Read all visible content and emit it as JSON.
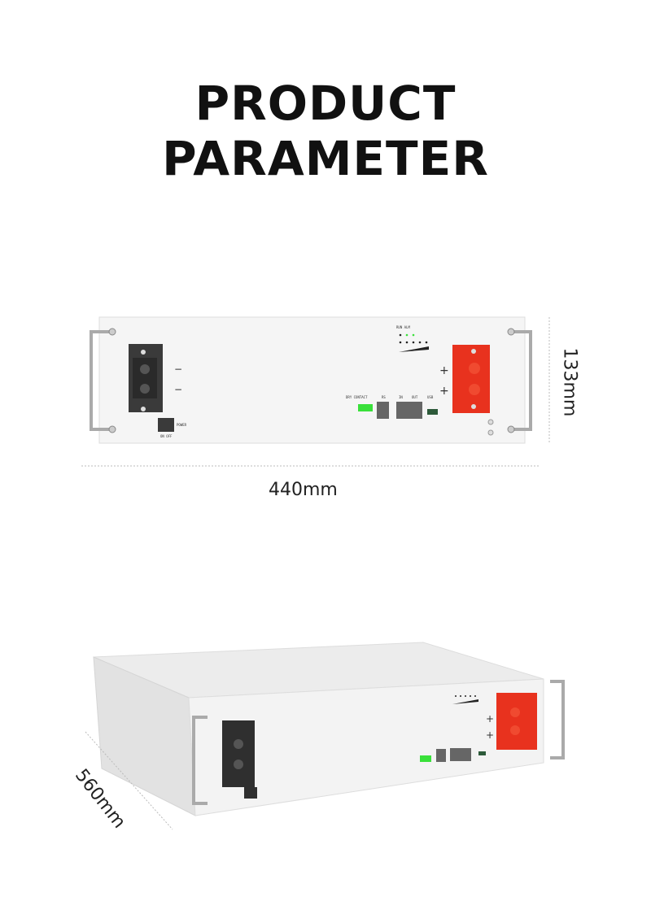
{
  "title": {
    "line1": "PRODUCT",
    "line2": "PARAMETER"
  },
  "dimensions": {
    "width": "440mm",
    "height": "133mm",
    "depth": "560mm"
  },
  "panel_labels": {
    "run_alm": "RUN ALM",
    "dry_contact": "DRY CONTACT",
    "rs": "RS",
    "in": "IN",
    "out": "OUT",
    "usb": "USB",
    "power": "POWER",
    "on_off": "ON OFF",
    "minus": "−",
    "plus": "+"
  },
  "colors": {
    "terminal_negative": "#3a3a3a",
    "terminal_positive": "#e8321e",
    "led_green": "#39e03a",
    "panel": "#f4f4f4"
  }
}
